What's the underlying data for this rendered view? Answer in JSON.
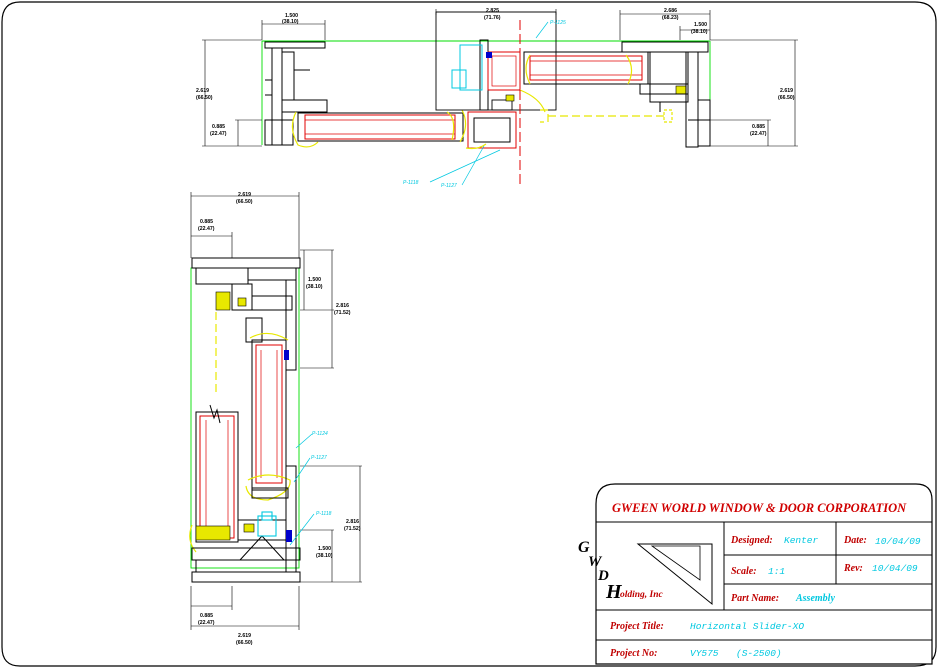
{
  "colors": {
    "profile": "#000000",
    "glass": "#e00000",
    "gasket": "#e8e800",
    "outline": "#00dd00",
    "callout": "#00c8e0",
    "brand": "#d00000"
  },
  "top_view": {
    "dims": {
      "left_width": "1.500",
      "left_width_mm": "(38.10)",
      "left_height": "2.619",
      "left_height_mm": "(66.50)",
      "left_depth": "0.885",
      "left_depth_mm": "(22.47)",
      "center_width": "2.825",
      "center_width_mm": "(71.76)",
      "right_width": "2.686",
      "right_width_mm": "(68.23)",
      "right_sub": "1.500",
      "right_sub_mm": "(38.10)",
      "right_height": "2.619",
      "right_height_mm": "(66.50)",
      "right_depth": "0.885",
      "right_depth_mm": "(22.47)"
    },
    "callouts": [
      "P-1125",
      "P-1118",
      "P-1127"
    ]
  },
  "side_view": {
    "dims": {
      "top_width": "2.619",
      "top_width_mm": "(66.50)",
      "top_depth": "0.885",
      "top_depth_mm": "(22.47)",
      "upper_small": "1.500",
      "upper_small_mm": "(38.10)",
      "upper_total": "2.816",
      "upper_total_mm": "(71.52)",
      "lower_total": "2.816",
      "lower_total_mm": "(71.52)",
      "lower_small": "1.500",
      "lower_small_mm": "(38.10)",
      "bottom_depth": "0.885",
      "bottom_depth_mm": "(22.47)",
      "bottom_width": "2.619",
      "bottom_width_mm": "(66.50)"
    },
    "callouts": [
      "P-1124",
      "P-1127",
      "P-1118"
    ]
  },
  "title_block": {
    "company": "GWEEN WORLD  WINDOW & DOOR CORPORATION",
    "logo_letters": {
      "g": "G",
      "w": "W",
      "d": "D",
      "h": "H"
    },
    "logo_sub": "olding, Inc",
    "designed_label": "Designed:",
    "designed_value": "Kenter",
    "date_label": "Date:",
    "date_value": "10/04/09",
    "scale_label": "Scale:",
    "scale_value": "1:1",
    "rev_label": "Rev:",
    "rev_value": "10/04/09",
    "part_label": "Part Name:",
    "part_value": "Assembly",
    "project_title_label": "Project Title:",
    "project_title_value": "Horizontal Slider-XO",
    "project_no_label": "Project No:",
    "project_no_value": "VY575",
    "project_no_extra": "(S-2500)"
  }
}
